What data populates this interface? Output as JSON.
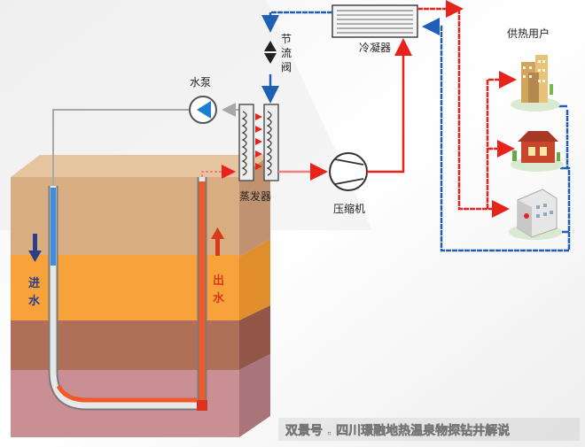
{
  "labels": {
    "water_pump": "水泵",
    "throttle_valve": [
      "节",
      "流",
      "阀"
    ],
    "condenser": "冷凝器",
    "heating_users": "供热用户",
    "evaporator": "蒸发器",
    "compressor": "压缩机",
    "water_in": [
      "进",
      "水"
    ],
    "water_out": [
      "出",
      "水"
    ]
  },
  "watermark": "双景号 . 四川璟融地热温泉物探钻井解说",
  "colors": {
    "hot_pipe": "#e8231c",
    "cold_pipe": "#1f5fb5",
    "grey_pipe": "#a8a8a8",
    "pump_blue": "#1a7fd1",
    "ground_top": "#d8ad82",
    "ground_orange": "#f7a23a",
    "ground_brown": "#b06f59",
    "ground_mauve": "#9b6066"
  }
}
